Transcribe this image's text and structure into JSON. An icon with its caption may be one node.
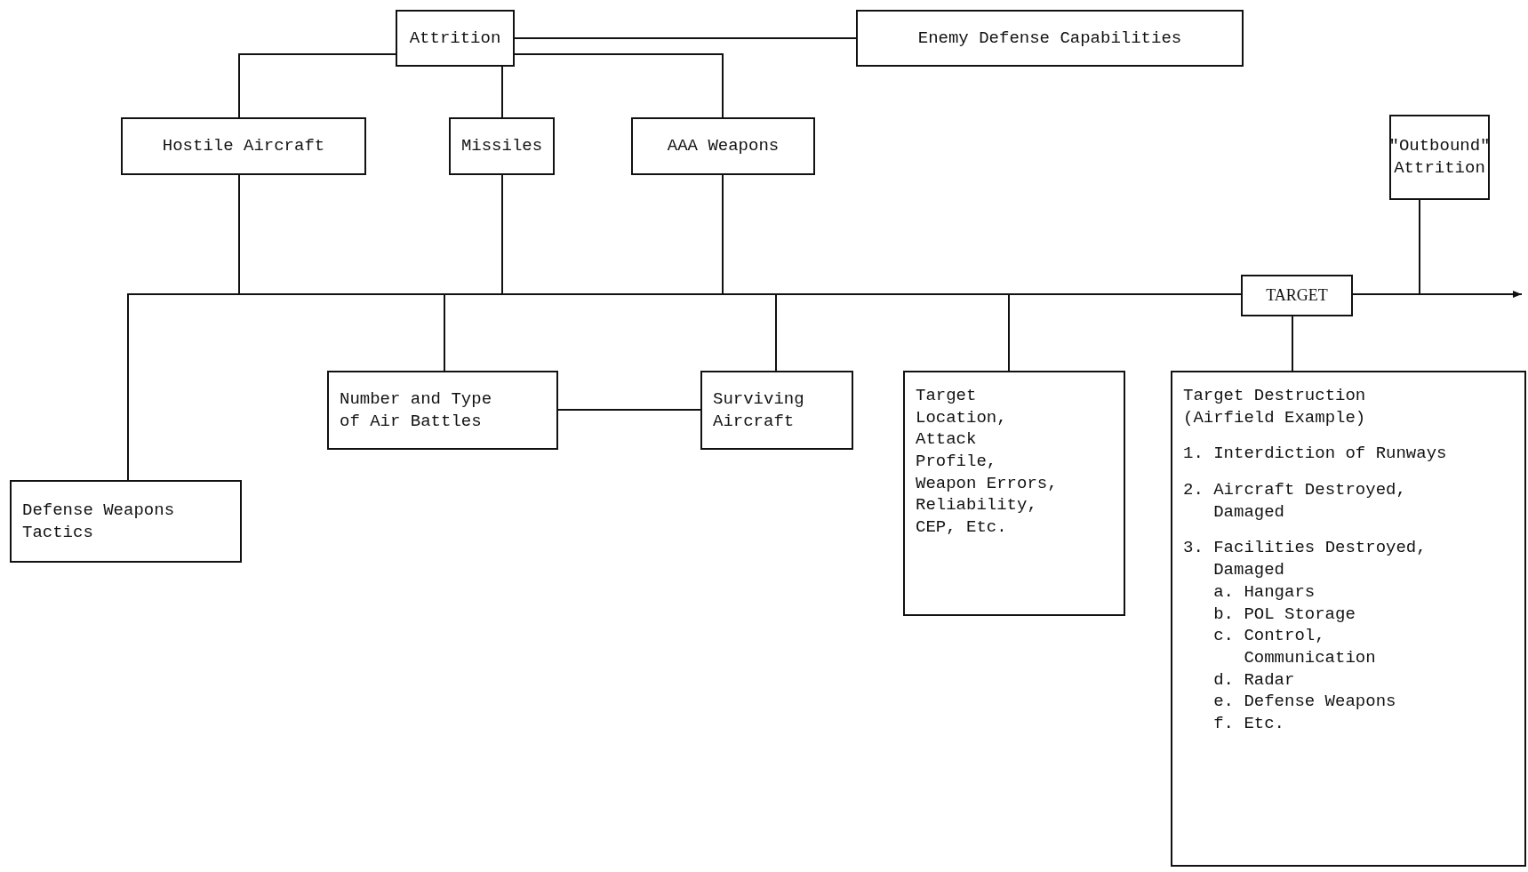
{
  "diagram": {
    "nodes": [
      {
        "text": [
          "Attrition"
        ]
      },
      {
        "text": [
          "Enemy Defense Capabilities"
        ]
      },
      {
        "text": [
          "Hostile Aircraft"
        ]
      },
      {
        "text": [
          "Missiles"
        ]
      },
      {
        "text": [
          "AAA Weapons"
        ]
      },
      {
        "text": [
          "\"Outbound\" Attrition"
        ]
      },
      {
        "text": [
          "TARGET"
        ]
      },
      {
        "text": [
          "Number and Type of Air Battles"
        ]
      },
      {
        "text": [
          "Surviving Aircraft"
        ]
      },
      {
        "text": [
          "Target Location, Attack Profile, Weapon Errors, Reliability, CEP, Etc."
        ]
      },
      {
        "text": [
          "Target Destruction (Airfield Example)",
          "1. Interdiction of Runways",
          "2. Aircraft Destroyed, Damaged",
          "3. Facilities Destroyed, Damaged",
          "a. Hangars",
          "b. POL Storage",
          "c. Control, Communication",
          "d. Radar",
          "e. Defense Weapons",
          "f. Etc."
        ]
      },
      {
        "text": [
          "Defense Weapons Tactics"
        ]
      }
    ],
    "edges": [
      {
        "from": 0,
        "to": 1,
        "arrow": "none"
      },
      {
        "from": 0,
        "to": 2,
        "arrow": "none"
      },
      {
        "from": 0,
        "to": 3,
        "arrow": "none"
      },
      {
        "from": 0,
        "to": 4,
        "arrow": "none"
      },
      {
        "from": 2,
        "to": 6,
        "arrow": "none"
      },
      {
        "from": 3,
        "to": 6,
        "arrow": "none"
      },
      {
        "from": 4,
        "to": 6,
        "arrow": "none"
      },
      {
        "from": 11,
        "to": 6,
        "arrow": "none"
      },
      {
        "from": 7,
        "to": 6,
        "arrow": "none"
      },
      {
        "from": 8,
        "to": 6,
        "arrow": "none"
      },
      {
        "from": 9,
        "to": 6,
        "arrow": "none"
      },
      {
        "from": 7,
        "to": 8,
        "arrow": "none"
      },
      {
        "from": 6,
        "to": 10,
        "arrow": "none"
      },
      {
        "from": 6,
        "to": 5,
        "arrow": "none"
      },
      {
        "from": 6,
        "to": null,
        "arrow": "to"
      }
    ]
  }
}
